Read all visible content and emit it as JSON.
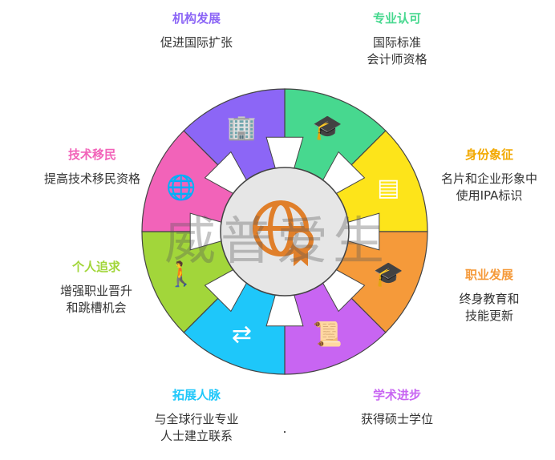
{
  "center_icon": "globe-certificate-icon",
  "watermark": "威普爱生",
  "segments": [
    {
      "title": "专业认可",
      "desc": [
        "国际标准",
        "会计师资格"
      ],
      "color": "#47d88f",
      "icon": "graduate-icon"
    },
    {
      "title": "身份象征",
      "desc": [
        "名片和企业形象中",
        "使用IPA标识"
      ],
      "color": "#fde41a",
      "title_color": "#f2a900",
      "icon": "id-card-icon"
    },
    {
      "title": "职业发展",
      "desc": [
        "终身教育和",
        "技能更新"
      ],
      "color": "#f59a3a",
      "icon": "education-skills-icon"
    },
    {
      "title": "学术进步",
      "desc": [
        "获得硕士学位"
      ],
      "color": "#c865f2",
      "icon": "diploma-icon"
    },
    {
      "title": "拓展人脉",
      "desc": [
        "与全球行业专业",
        "人士建立联系"
      ],
      "color": "#1ec7fa",
      "icon": "network-icon"
    },
    {
      "title": "个人追求",
      "desc": [
        "增强职业晋升",
        "和跳槽机会"
      ],
      "color": "#a2d63a",
      "icon": "climbing-stairs-icon"
    },
    {
      "title": "技术移民",
      "desc": [
        "提高技术移民资格"
      ],
      "color": "#f263b9",
      "icon": "passport-globe-icon"
    },
    {
      "title": "机构发展",
      "desc": [
        "促进国际扩张"
      ],
      "color": "#8c66f6",
      "icon": "global-building-icon"
    }
  ]
}
